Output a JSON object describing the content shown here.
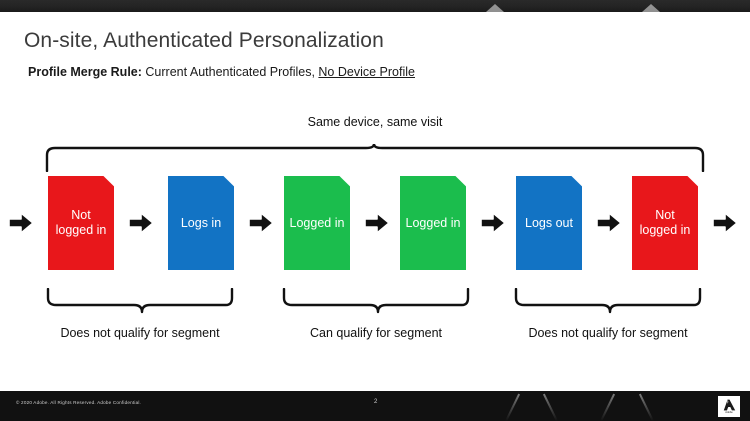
{
  "player": {
    "top_bar_marker_icon": "triangle-marker",
    "footer": {
      "copyright": "© 2020 Adobe.  All Rights Reserved.  Adobe Confidential.",
      "page_number": "2",
      "logo_name": "Adobe",
      "logo_wordmark": "Adobe"
    }
  },
  "slide": {
    "title": "On-site, Authenticated Personalization",
    "subtitle": {
      "label": "Profile Merge Rule:",
      "value": " Current Authenticated Profiles, ",
      "emphasis": "No Device Profile"
    },
    "top_bracket_label": "Same device, same visit",
    "nodes": [
      {
        "label": "Not logged in",
        "color": "#e8171b",
        "state": "red"
      },
      {
        "label": "Logs in",
        "color": "#1273c4",
        "state": "blue"
      },
      {
        "label": "Logged in",
        "color": "#1bbd4d",
        "state": "green"
      },
      {
        "label": "Logged in",
        "color": "#1bbd4d",
        "state": "green"
      },
      {
        "label": "Logs out",
        "color": "#1273c4",
        "state": "blue"
      },
      {
        "label": "Not logged in",
        "color": "#e8171b",
        "state": "red"
      }
    ],
    "arrow_icon": "right-arrow-icon",
    "groups": [
      {
        "label": "Does not qualify for segment"
      },
      {
        "label": "Can qualify for segment"
      },
      {
        "label": "Does not qualify for segment"
      }
    ]
  }
}
